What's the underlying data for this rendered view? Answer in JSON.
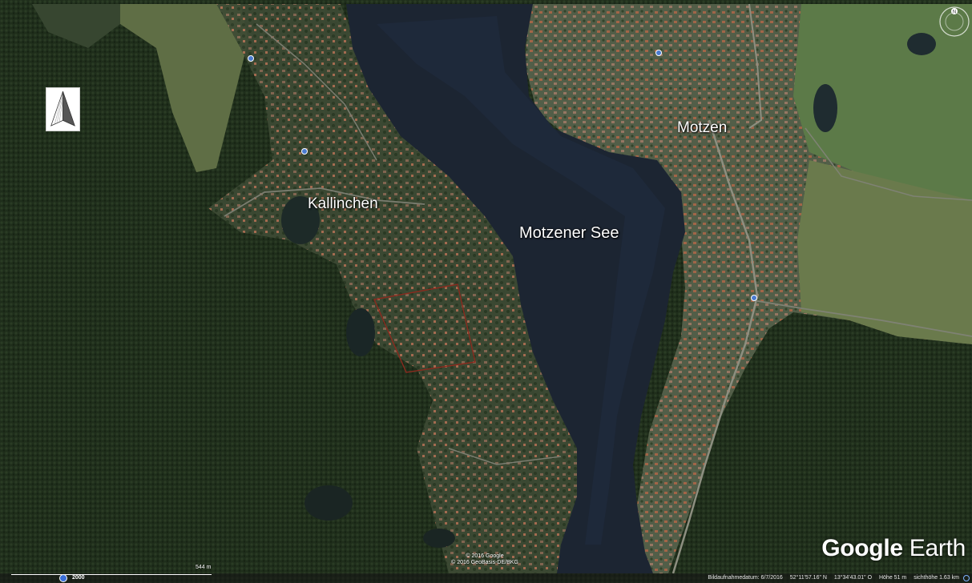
{
  "map": {
    "places": {
      "kallinchen": "Kallinchen",
      "lake": "Motzener See",
      "motzen": "Motzen"
    },
    "brand": {
      "google": "Google",
      "earth": "Earth"
    },
    "copyright": {
      "line1": "© 2016 Google",
      "line2": "© 2016 GeoBasis-DE/BKG"
    },
    "scale": {
      "label": "544 m"
    },
    "historical_year": "2000",
    "status": {
      "capture_date": "Bildaufnahmedatum: 6/7/2016",
      "latitude": "52°11'57.16\" N",
      "longitude": "13°34'43.01\" O",
      "elevation": "Höhe   51 m",
      "eye_altitude": "sichthöhe   1.63 km"
    },
    "icons": [
      "north-arrow-icon",
      "compass-icon",
      "loading-icon",
      "year-slider-icon"
    ],
    "colors": {
      "forest": "#1e2c1a",
      "lake": "#1c2431",
      "plot_outline": "#8a2a1e",
      "label_text": "#ffffff"
    }
  }
}
